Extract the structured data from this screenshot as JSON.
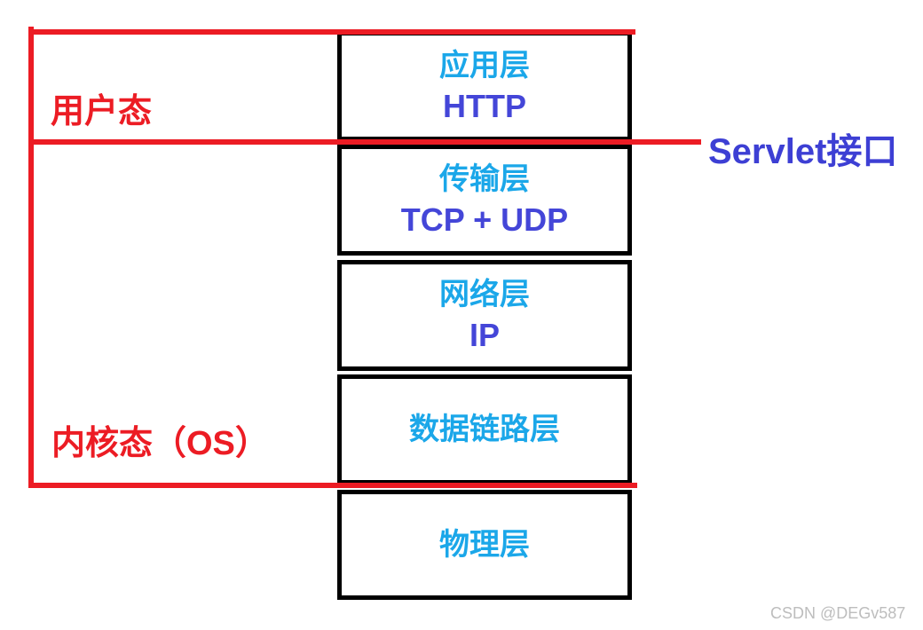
{
  "diagram": {
    "annotations": {
      "user_mode_label": "用户态",
      "kernel_mode_label": "内核态（OS）",
      "interface_label": "Servlet接口"
    },
    "layers": [
      {
        "name": "应用层",
        "protocol": "HTTP"
      },
      {
        "name": "传输层",
        "protocol": "TCP + UDP"
      },
      {
        "name": "网络层",
        "protocol": "IP"
      },
      {
        "name": "数据链路层",
        "protocol": ""
      },
      {
        "name": "物理层",
        "protocol": ""
      }
    ],
    "colors": {
      "mode_bracket_red": "#EC1C24",
      "layer_name_cyan": "#1BA7E9",
      "protocol_indigo": "#4446D8",
      "box_border_black": "#000000",
      "watermark_gray": "#BDBDBD"
    },
    "watermark": "CSDN @DEGv587"
  }
}
